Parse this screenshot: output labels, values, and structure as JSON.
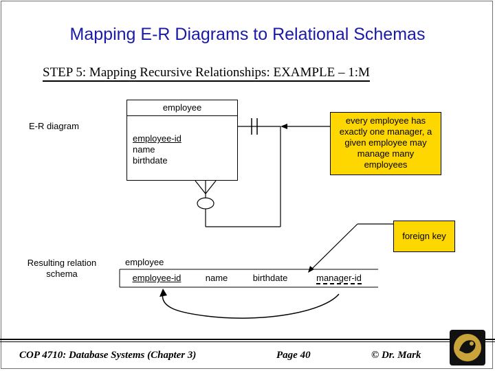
{
  "title": "Mapping E-R Diagrams to Relational Schemas",
  "subtitle": "STEP 5:  Mapping Recursive Relationships: EXAMPLE – 1:M",
  "er_label": "E-R diagram",
  "entity": {
    "name": "employee",
    "attributes": [
      "employee-id",
      "name",
      "birthdate"
    ]
  },
  "note": "every employee has exactly one manager, a given employee may manage many employees",
  "foreign_key_label": "foreign key",
  "schema_label": "Resulting relation schema",
  "relation": {
    "name": "employee",
    "columns": [
      "employee-id",
      "name",
      "birthdate",
      "manager-id"
    ]
  },
  "footer": {
    "course": "COP 4710: Database Systems  (Chapter 3)",
    "page": "Page 40",
    "author": "© Dr. Mark"
  },
  "colors": {
    "title": "#1a1aa6",
    "note_fill": "#ffd700"
  },
  "logo_icon": "university-logo-icon"
}
